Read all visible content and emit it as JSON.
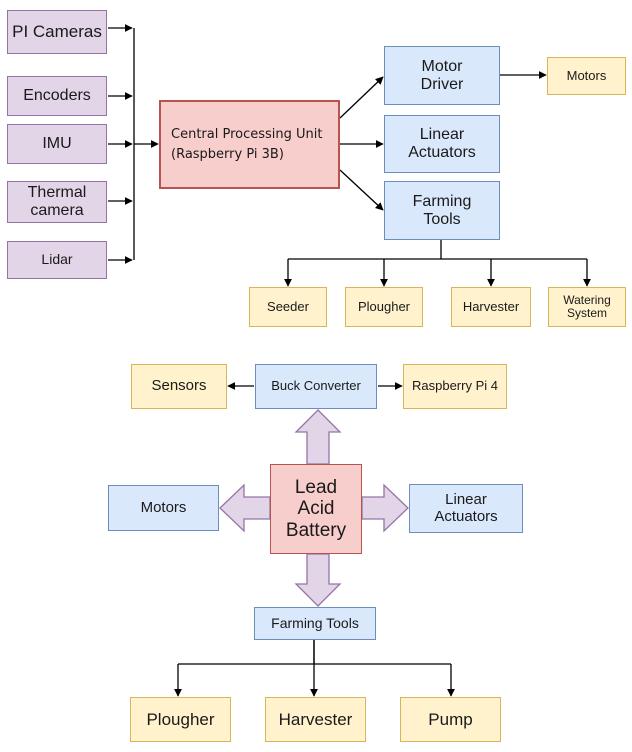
{
  "top_diagram": {
    "inputs": {
      "pi_cameras": "PI Cameras",
      "encoders": "Encoders",
      "imu": "IMU",
      "thermal_camera": "Thermal camera",
      "lidar": "Lidar"
    },
    "cpu": "Central Processing Unit (Raspberry Pi 3B)",
    "motor_driver": "Motor Driver",
    "linear_actuators": "Linear Actuators",
    "farming_tools": "Farming Tools",
    "motors": "Motors",
    "tools": {
      "seeder": "Seeder",
      "plougher": "Plougher",
      "harvester": "Harvester",
      "watering_system": "Watering System"
    }
  },
  "bottom_diagram": {
    "battery": "Lead Acid Battery",
    "buck_converter": "Buck Converter",
    "sensors": "Sensors",
    "raspberry_pi_4": "Raspberry Pi 4",
    "motors": "Motors",
    "linear_actuators": "Linear Actuators",
    "farming_tools": "Farming Tools",
    "outputs": {
      "plougher": "Plougher",
      "harvester": "Harvester",
      "pump": "Pump"
    }
  },
  "colors": {
    "input_fill": "#e1d5e7",
    "input_border": "#9673a6",
    "process_fill": "#dae8fc",
    "process_border": "#6c8ebf",
    "output_fill": "#fff2cc",
    "output_border": "#d6b656",
    "core_fill": "#f8cecc",
    "core_border": "#b85450"
  }
}
